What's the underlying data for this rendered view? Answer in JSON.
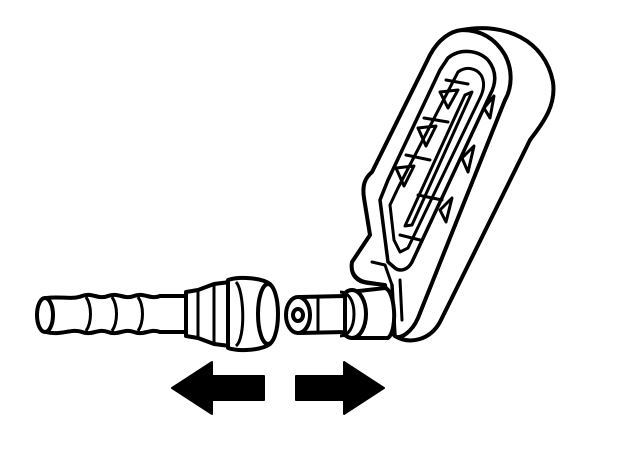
{
  "diagram": {
    "background_color": "#ffffff",
    "line_color": "#000000",
    "parts": [
      {
        "name": "hose-assembly",
        "icon": "hose-icon"
      },
      {
        "name": "quick-connect-fitting",
        "icon": "fitting-icon"
      },
      {
        "name": "bracket-pipe",
        "icon": "bracket-icon"
      }
    ],
    "arrows": [
      {
        "name": "arrow-left",
        "direction": "left"
      },
      {
        "name": "arrow-right",
        "direction": "right"
      }
    ]
  }
}
